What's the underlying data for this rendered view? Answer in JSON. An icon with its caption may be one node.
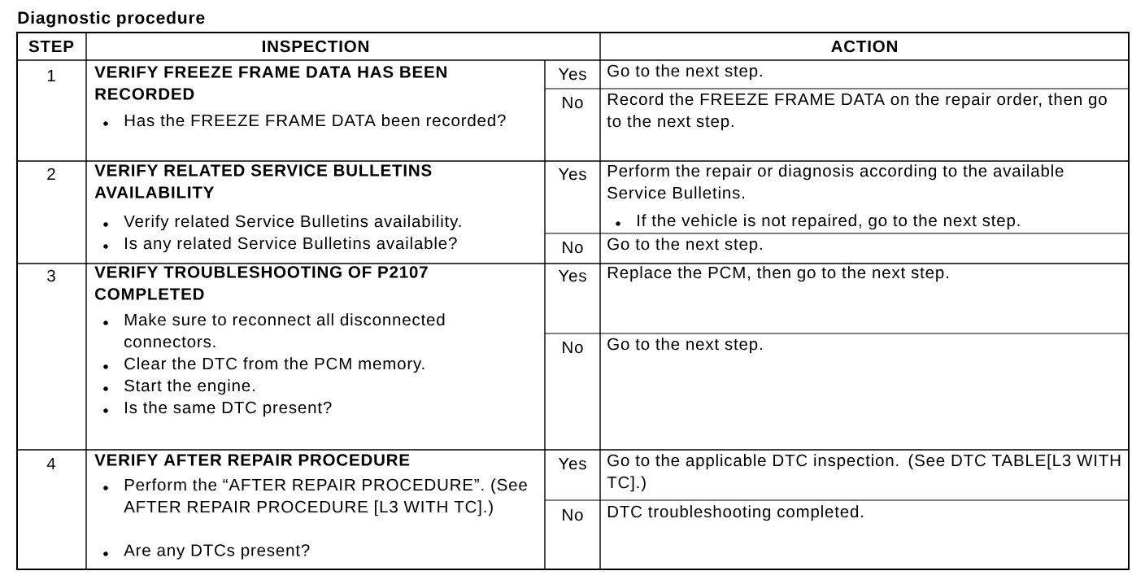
{
  "diagram": {
    "title": "Diagnostic procedure",
    "labels": [
      "STEP",
      "INSPECTION",
      "ACTION",
      "1",
      "VERIFY FREEZE FRAME DATA HAS BEEN RECORDED",
      "Has the FREEZE FRAME DATA been recorded?",
      "Yes",
      "Go to the next step.",
      "No",
      "Record the FREEZE FRAME DATA on the repair order, then go to the next step.",
      "2",
      "VERIFY RELATED SERVICE BULLETINS AVAILABILITY",
      "Verify related Service Bulletins availability.",
      "Is any related Service Bulletins available?",
      "Yes",
      "Perform the repair or diagnosis according to the available Service Bulletins.",
      "If the vehicle is not repaired, go to the next step.",
      "No",
      "Go to the next step.",
      "3",
      "VERIFY TROUBLESHOOTING OF P2107 COMPLETED",
      "Make sure to reconnect all disconnected connectors.",
      "Clear the DTC from the PCM memory.",
      "Start the engine.",
      "Is the same DTC present?",
      "Yes",
      "Replace the PCM, then go to the next step.",
      "No",
      "Go to the next step.",
      "4",
      "VERIFY AFTER REPAIR PROCEDURE",
      "Perform the “AFTER REPAIR PROCEDURE”. (See AFTER REPAIR PROCEDURE [L3 WITH TC].)",
      "Are any DTCs present?",
      "Yes",
      "Go to the applicable DTC inspection. (See DTC TABLE[L3 WITH TC].)",
      "No",
      "DTC troubleshooting completed."
    ]
  }
}
